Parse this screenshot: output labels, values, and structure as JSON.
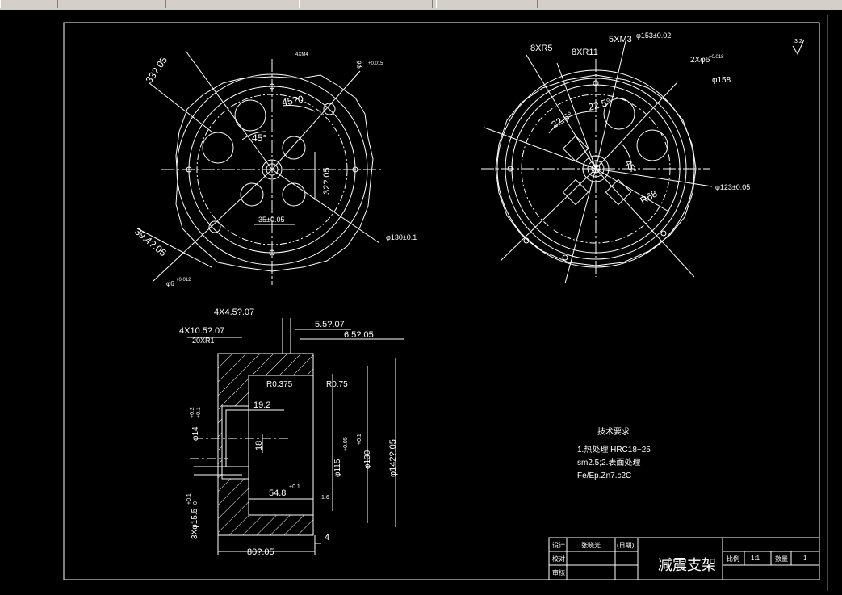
{
  "window": {
    "tabs": [
      "",
      "",
      "",
      "",
      ""
    ]
  },
  "drawing": {
    "left_view": {
      "dims": [
        "33?.05",
        "45?0",
        "45°",
        "32?.05",
        "35±0.05",
        "39.4?.05",
        "φ130±0.1",
        "φ6",
        "+0.015",
        "φ6",
        "+0.012",
        "4XM4"
      ]
    },
    "right_view": {
      "dims": [
        "8XR5",
        "8XR11",
        "5XM3",
        "φ153±0.02",
        "2Xφ6",
        "+0.018",
        "φ158",
        "22.5°",
        "22.5°",
        "45°",
        "R68",
        "φ123±0.05"
      ]
    },
    "section_view": {
      "dims": [
        "4X4.5?.07",
        "4X10.5?.07",
        "20XR1",
        "5.5?.07",
        "6.5?.05",
        "R0.375",
        "R0.75",
        "19.2",
        "18",
        "φ14",
        "+0.2",
        "+0.1",
        "φ115",
        "+0.05",
        "φ130",
        "+0.1",
        "φ142?.05",
        "54.8",
        "+0.1",
        "3Xφ15.5",
        "+0.1",
        "0",
        "4",
        "80?.05",
        "1.6"
      ]
    },
    "tech_requirements": {
      "title": "技术要求",
      "lines": [
        "1.热处理 HRC18~25",
        "sm2.5;2.表面处理",
        "Fe/Ep.Zn7.c2C"
      ]
    },
    "surface_mark": "3.2",
    "title_block": {
      "part_name": "减震支架",
      "rows": [
        [
          "设计",
          "张晓光",
          "(日期)"
        ],
        [
          "校对",
          "",
          ""
        ],
        [
          "审核",
          "",
          ""
        ]
      ],
      "scale_label": "比例",
      "scale_value": "1:1",
      "qty_label": "数量",
      "qty_value": "1"
    }
  }
}
